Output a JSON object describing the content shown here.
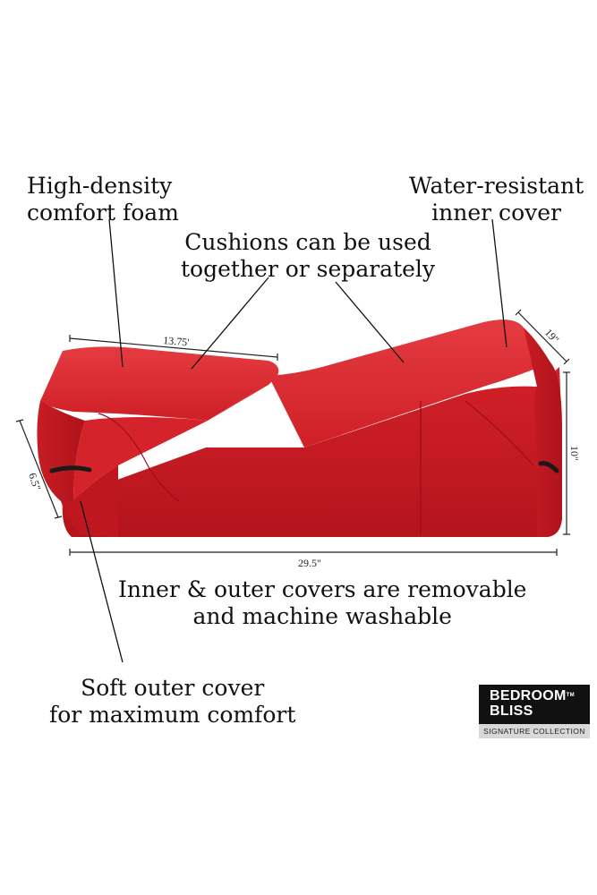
{
  "callouts": {
    "foam": [
      "High-density",
      "comfort foam"
    ],
    "inner_cover": [
      "Water-resistant",
      "inner cover"
    ],
    "cushions": [
      "Cushions can be used",
      "together or separately"
    ],
    "removable": [
      "Inner & outer covers are removable",
      "and machine washable"
    ],
    "soft_cover": [
      "Soft outer cover",
      "for maximum comfort"
    ]
  },
  "dimensions": {
    "small_top": "13.75'",
    "small_height": "6.5\"",
    "width": "19\"",
    "height": "10\"",
    "length": "29.5\""
  },
  "logo": {
    "line1": "BEDROOM",
    "line2": "BLISS",
    "tm": "TM",
    "tagline": "SIGNATURE COLLECTION"
  },
  "colors": {
    "cushion": "#d41f26",
    "cushion_dark": "#a5131a",
    "cushion_light": "#e84a4f"
  }
}
